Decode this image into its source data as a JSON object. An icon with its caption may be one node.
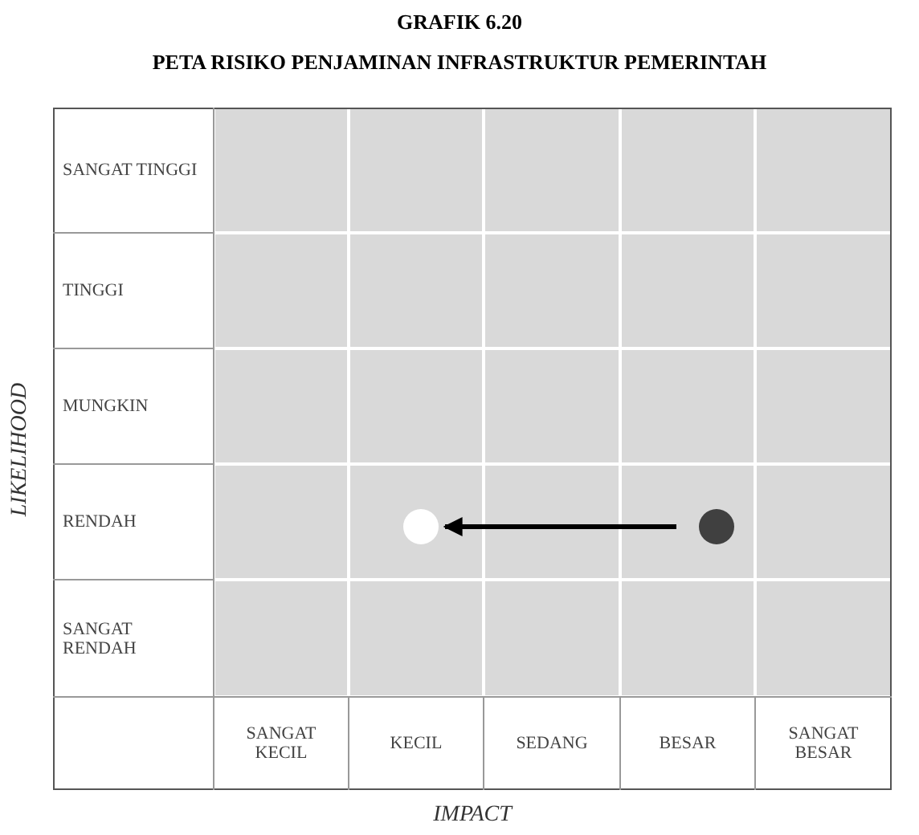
{
  "diagram": {
    "title": "GRAFIK 6.20",
    "nodes": [
      {
        "text": [],
        "shape": "circle"
      },
      {
        "text": [],
        "shape": "circle"
      }
    ],
    "edges": [
      {
        "from": 1,
        "to": 0,
        "arrow": "to"
      }
    ],
    "labels": [
      "PETA RISIKO PENJAMINAN INFRASTRUKTUR PEMERINTAH",
      "SANGAT TINGGI",
      "TINGGI",
      "MUNGKIN",
      "RENDAH",
      "SANGAT RENDAH",
      "SANGAT KECIL",
      "KECIL",
      "SEDANG",
      "BESAR",
      "SANGAT BESAR",
      "LIKELIHOOD",
      "IMPACT"
    ]
  }
}
